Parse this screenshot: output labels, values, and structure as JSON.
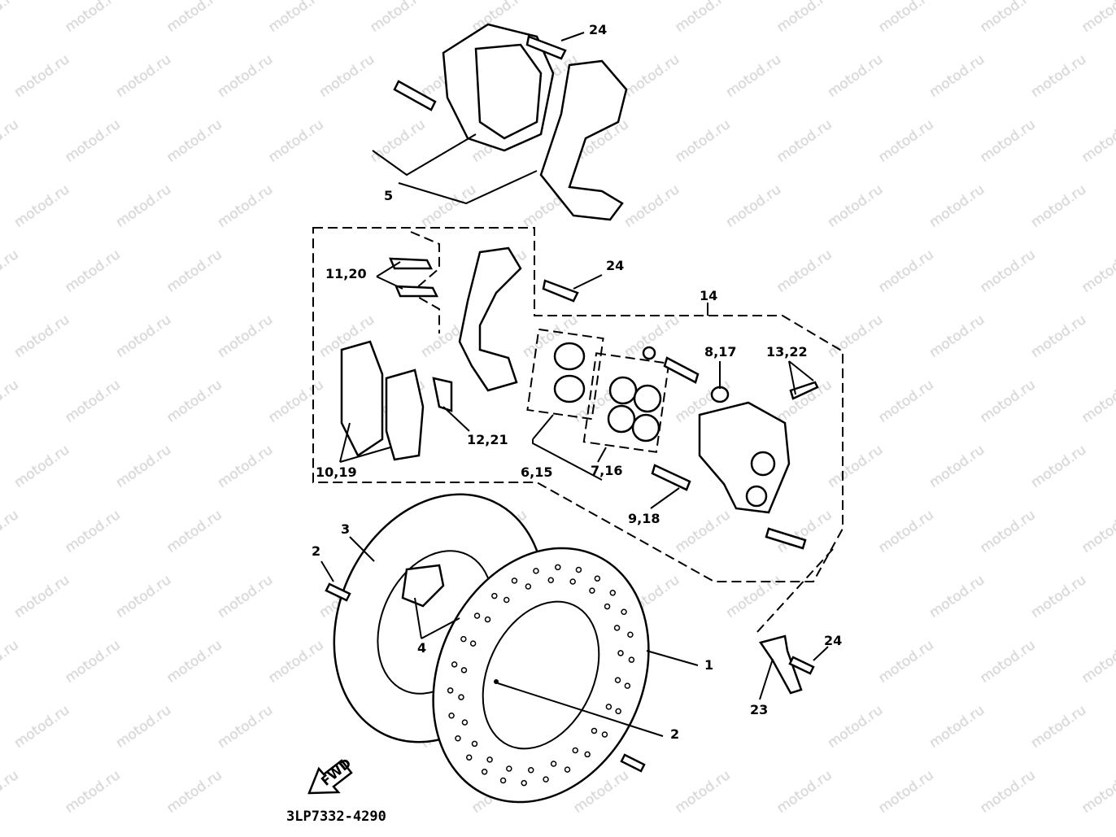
{
  "watermark": "motod.ru",
  "diagram_code": "3LP7332-4290",
  "fwd_label": "FWD",
  "callouts": {
    "c24_top": "24",
    "c5": "5",
    "c11_20": "11,20",
    "c24_mid": "24",
    "c14": "14",
    "c8_17": "8,17",
    "c13_22": "13,22",
    "c12_21": "12,21",
    "c10_19": "10,19",
    "c6_15": "6,15",
    "c7_16": "7,16",
    "c9_18": "9,18",
    "c3": "3",
    "c2_left": "2",
    "c4": "4",
    "c1": "1",
    "c2_right": "2",
    "c24_bottom": "24",
    "c23": "23"
  }
}
